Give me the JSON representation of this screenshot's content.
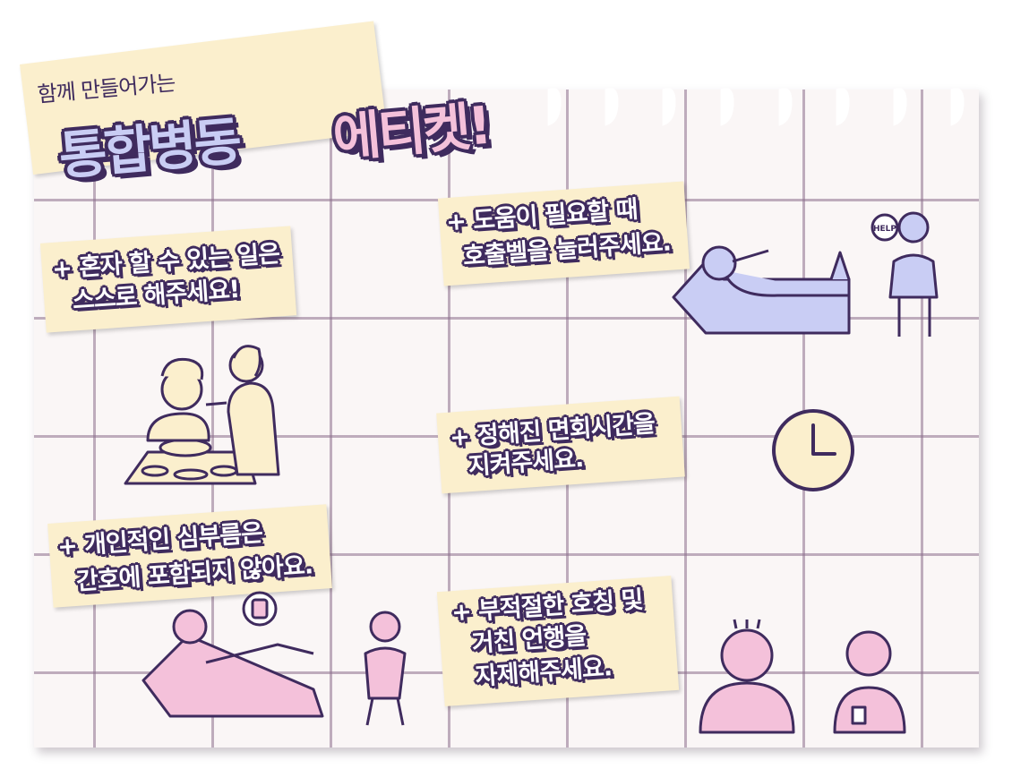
{
  "header": {
    "subtitle": "함께 만들어가는",
    "title_main": "통합병동",
    "title_accent": "에티켓!"
  },
  "rules": [
    {
      "line1": "+ 혼자 할 수 있는 일은",
      "line2": "  스스로 해주세요!"
    },
    {
      "line1": "+ 도움이 필요할 때",
      "line2": "  호출벨을 눌러주세요."
    },
    {
      "line1": "+ 정해진 면회시간을",
      "line2": "  지켜주세요."
    },
    {
      "line1": "+ 개인적인 심부름은",
      "line2": "  간호에 포함되지 않아요."
    },
    {
      "line1": "+ 부적절한 호칭 및",
      "line2": "  거친 언행을",
      "line3": "  자제해주세요."
    }
  ],
  "illustrations": {
    "help_sign": "HELP",
    "feeding_scene": "feeding-illustration",
    "call_bell_scene": "call-bell-illustration",
    "clock": "clock-icon",
    "errand_scene": "errand-illustration",
    "rude_scene": "rude-speech-illustration"
  },
  "colors": {
    "ink": "#3f2b5e",
    "note": "#fbefcd",
    "lavender": "#c9cdf4",
    "pink": "#f4c1da",
    "paper": "#faf6f6"
  }
}
